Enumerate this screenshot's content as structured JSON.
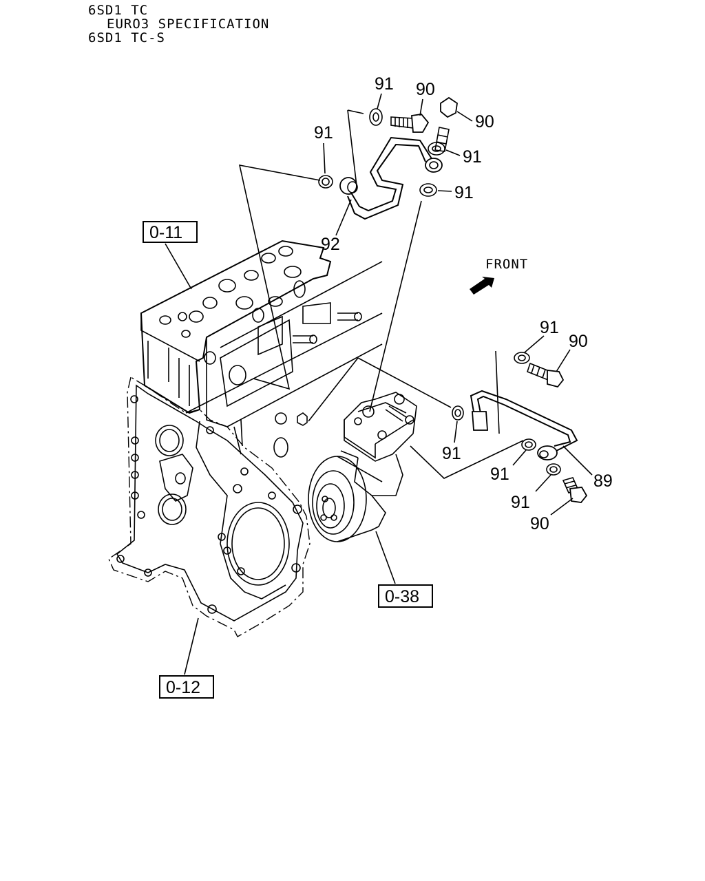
{
  "header": {
    "line1": "6SD1 TC",
    "line2": "EURO3 SPECIFICATION",
    "line3": "6SD1 TC-S"
  },
  "direction_label": "FRONT",
  "callouts": {
    "c91_top": "91",
    "c90_top_a": "90",
    "c90_top_b": "90",
    "c91_left": "91",
    "c91_right_a": "91",
    "c91_right_b": "91",
    "c92": "92",
    "c91_mid": "91",
    "c90_mid": "90",
    "c91_comp": "91",
    "c91_low_a": "91",
    "c89": "89",
    "c91_low_b": "91",
    "c90_low": "90"
  },
  "ref_boxes": {
    "cylinder_head": "0-11",
    "compressor": "0-38",
    "front_cover": "0-12"
  }
}
